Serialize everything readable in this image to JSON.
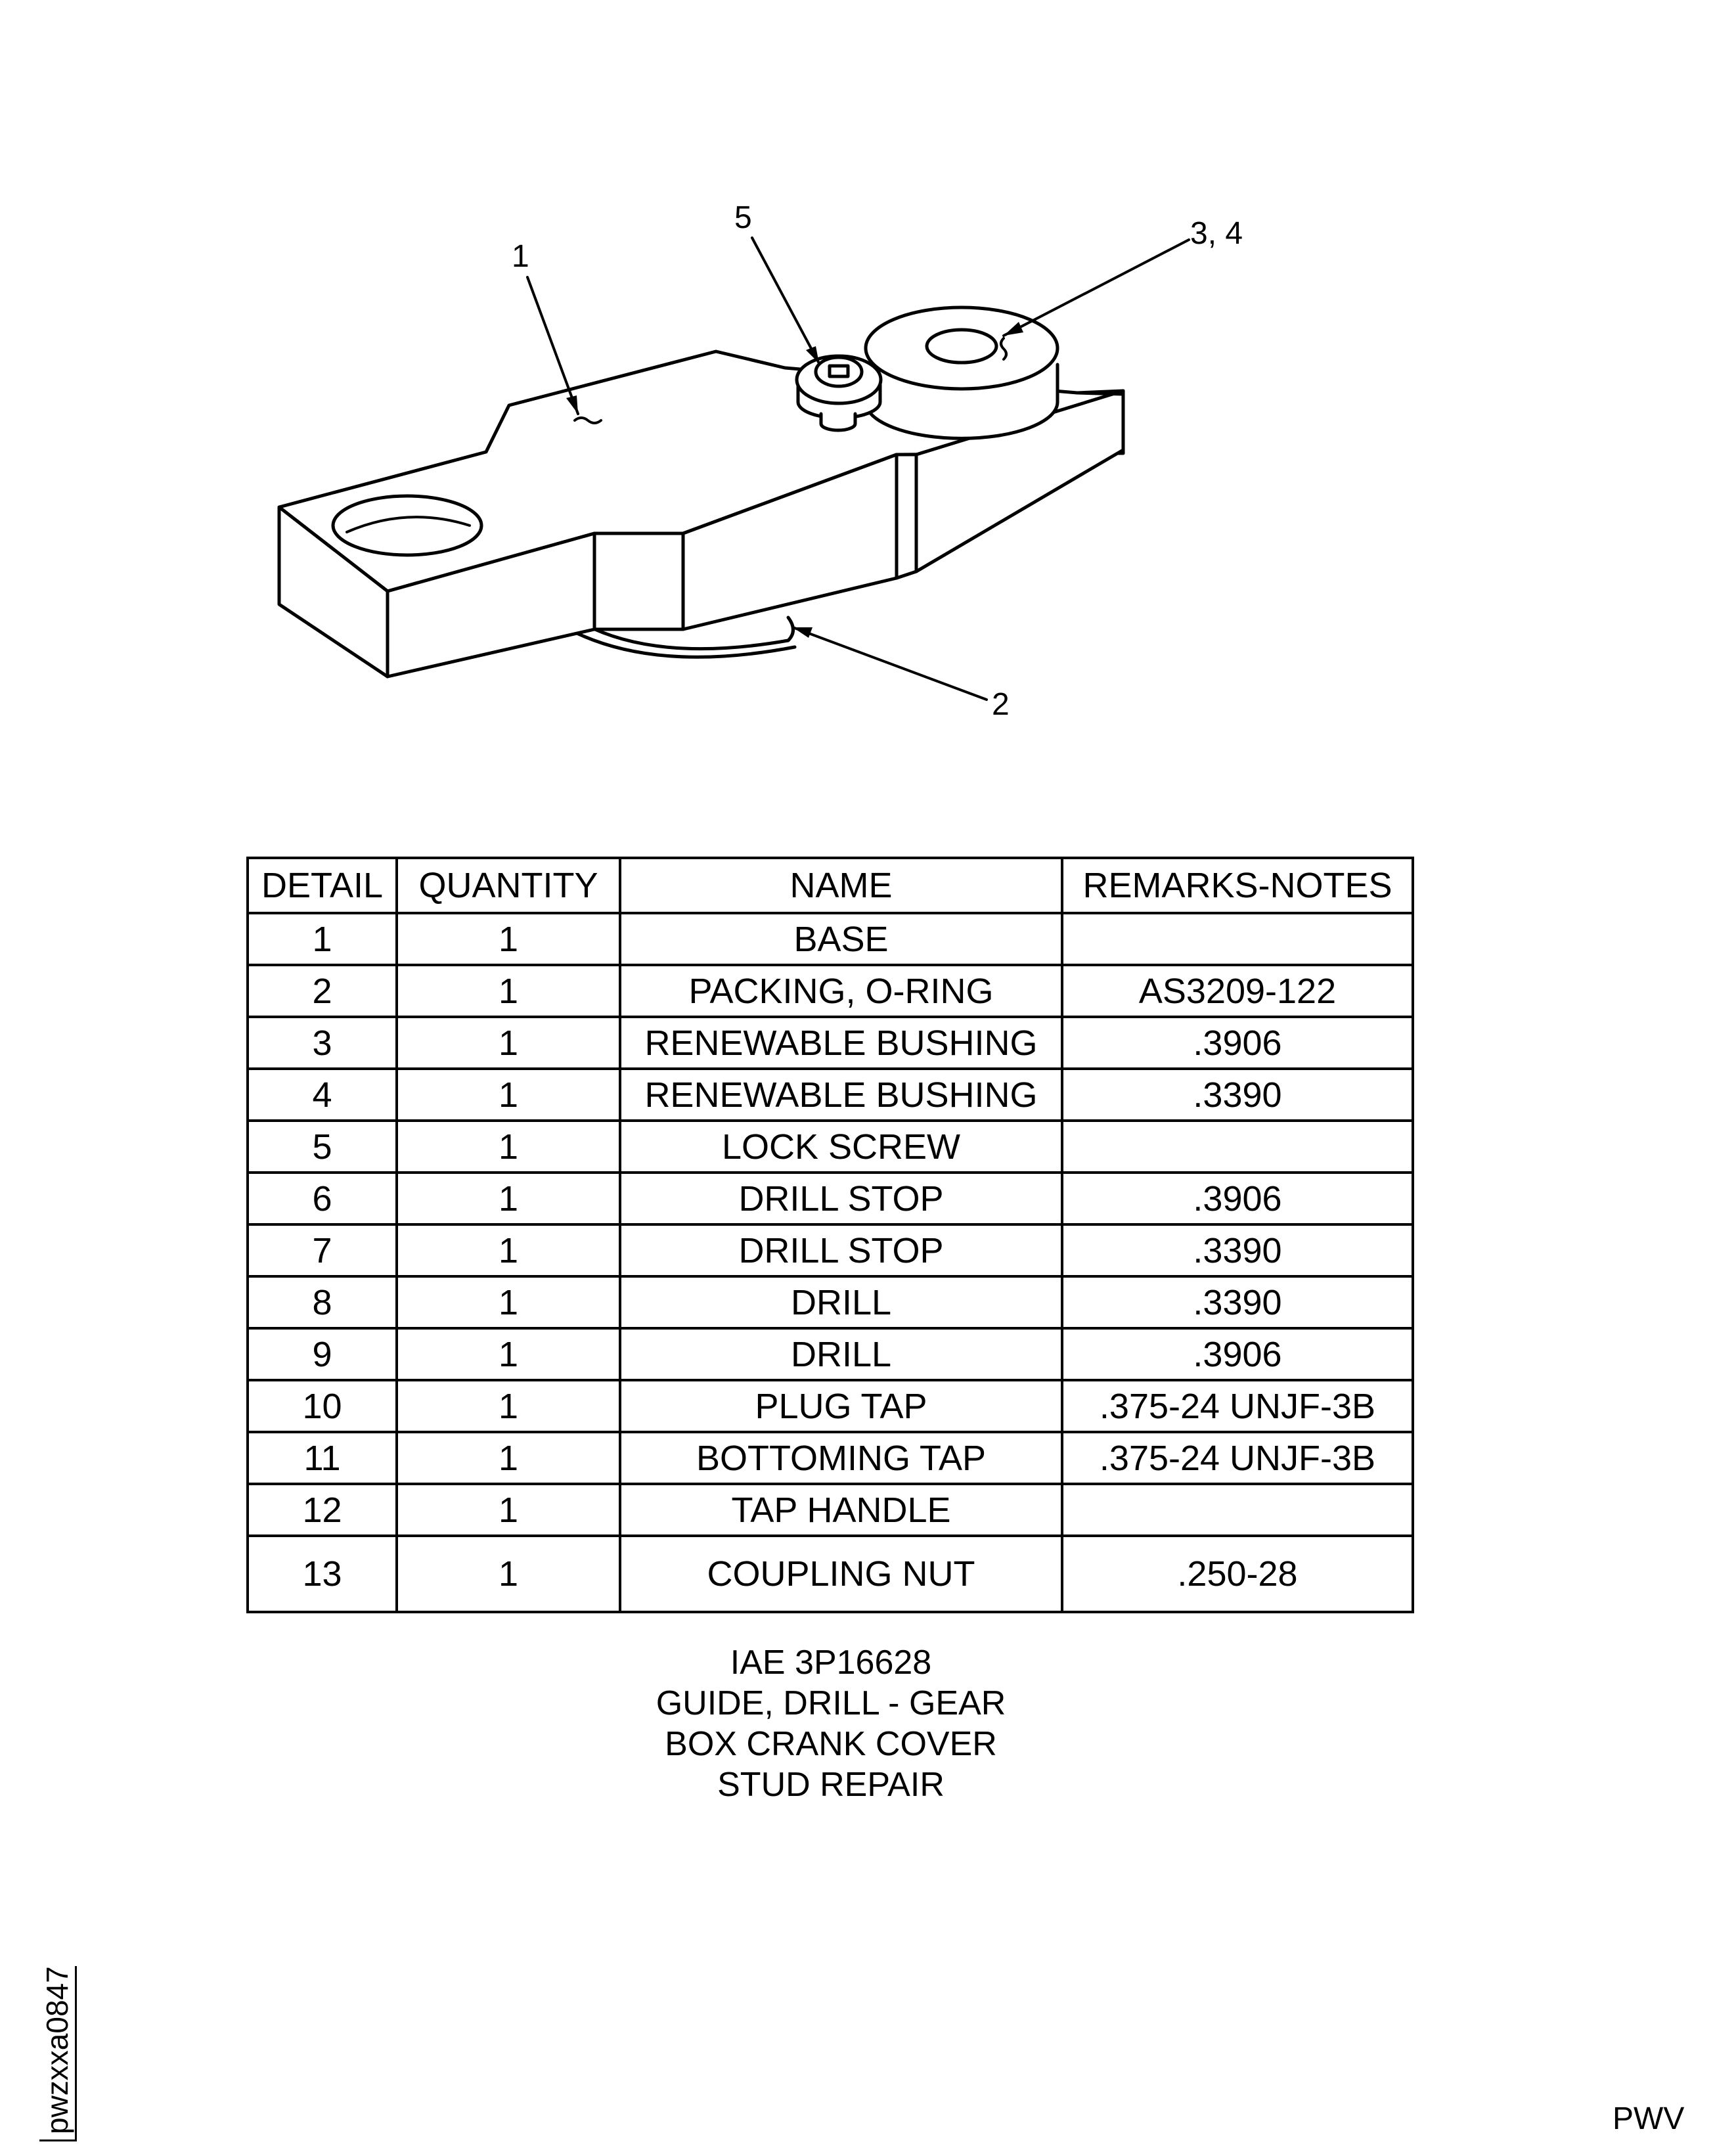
{
  "callouts": {
    "c1": "1",
    "c5": "5",
    "c34": "3, 4",
    "c2": "2"
  },
  "table": {
    "headers": {
      "detail": "DETAIL",
      "quantity": "QUANTITY",
      "name": "NAME",
      "remarks": "REMARKS-NOTES"
    },
    "rows": [
      {
        "detail": "1",
        "quantity": "1",
        "name": "BASE",
        "remarks": ""
      },
      {
        "detail": "2",
        "quantity": "1",
        "name": "PACKING, O-RING",
        "remarks": "AS3209-122"
      },
      {
        "detail": "3",
        "quantity": "1",
        "name": "RENEWABLE BUSHING",
        "remarks": ".3906"
      },
      {
        "detail": "4",
        "quantity": "1",
        "name": "RENEWABLE BUSHING",
        "remarks": ".3390"
      },
      {
        "detail": "5",
        "quantity": "1",
        "name": "LOCK SCREW",
        "remarks": ""
      },
      {
        "detail": "6",
        "quantity": "1",
        "name": "DRILL STOP",
        "remarks": ".3906"
      },
      {
        "detail": "7",
        "quantity": "1",
        "name": "DRILL STOP",
        "remarks": ".3390"
      },
      {
        "detail": "8",
        "quantity": "1",
        "name": "DRILL",
        "remarks": ".3390"
      },
      {
        "detail": "9",
        "quantity": "1",
        "name": "DRILL",
        "remarks": ".3906"
      },
      {
        "detail": "10",
        "quantity": "1",
        "name": "PLUG TAP",
        "remarks": ".375-24 UNJF-3B"
      },
      {
        "detail": "11",
        "quantity": "1",
        "name": "BOTTOMING TAP",
        "remarks": ".375-24 UNJF-3B"
      },
      {
        "detail": "12",
        "quantity": "1",
        "name": "TAP HANDLE",
        "remarks": ""
      },
      {
        "detail": "13",
        "quantity": "1",
        "name": "COUPLING NUT",
        "remarks": ".250-28"
      }
    ]
  },
  "title": {
    "line1": "IAE 3P16628",
    "line2": "GUIDE, DRILL - GEAR",
    "line3": "BOX CRANK COVER",
    "line4": "STUD REPAIR"
  },
  "drawing_id": "pwzxxa0847",
  "footer_code": "PWV"
}
